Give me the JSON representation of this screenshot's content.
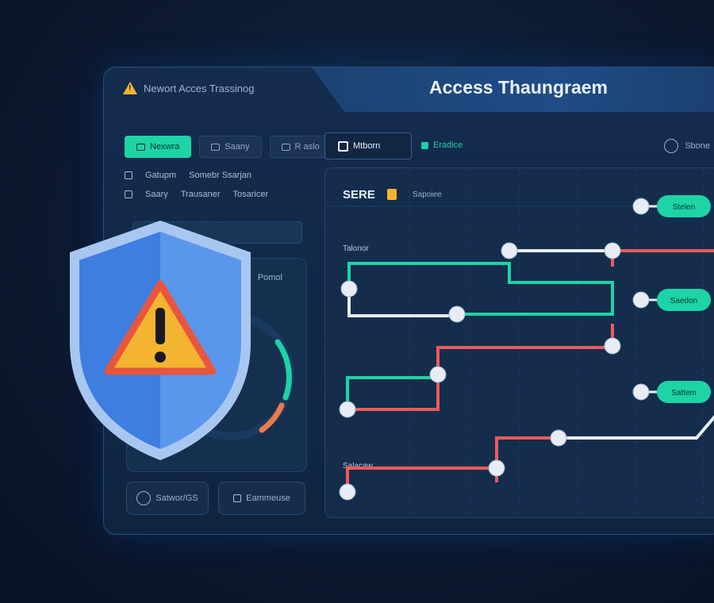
{
  "window": {
    "small_title": "Newort Acces Trassinog",
    "main_title": "Access Thaungraem"
  },
  "tabs": [
    {
      "label": "Nexwra",
      "active": true
    },
    {
      "label": "Saany",
      "active": false
    },
    {
      "label": "R aslo",
      "active": false
    }
  ],
  "left_list": [
    {
      "a": "Gatupm",
      "b": "Somebr Ssarjan"
    },
    {
      "a": "Saary",
      "b": "Trausaner",
      "c": "Tosaricer"
    }
  ],
  "left_panel": {
    "title": "Pomol"
  },
  "bottom_buttons": [
    {
      "label": "Satwor/GS"
    },
    {
      "label": "Eammeuse"
    }
  ],
  "main_tabs": [
    {
      "label": "Mtborn",
      "active": true
    },
    {
      "label": "Eradice",
      "active": false
    }
  ],
  "settings": {
    "label": "Sbone"
  },
  "graph": {
    "header_left": "SERE",
    "header_right": "Sapoiee",
    "label_1": "Talonor",
    "label_2": "Salacaw",
    "pills": [
      "Stelen",
      "Saedon",
      "Sattem"
    ]
  },
  "colors": {
    "accent_green": "#1ed3a5",
    "accent_red": "#ec5b5b",
    "accent_white": "#e8edf5",
    "warning": "#f2b431",
    "shield": "#4b8fe8"
  },
  "icons": [
    "warning-icon",
    "shield-warning-icon",
    "gear-icon",
    "search-icon"
  ]
}
